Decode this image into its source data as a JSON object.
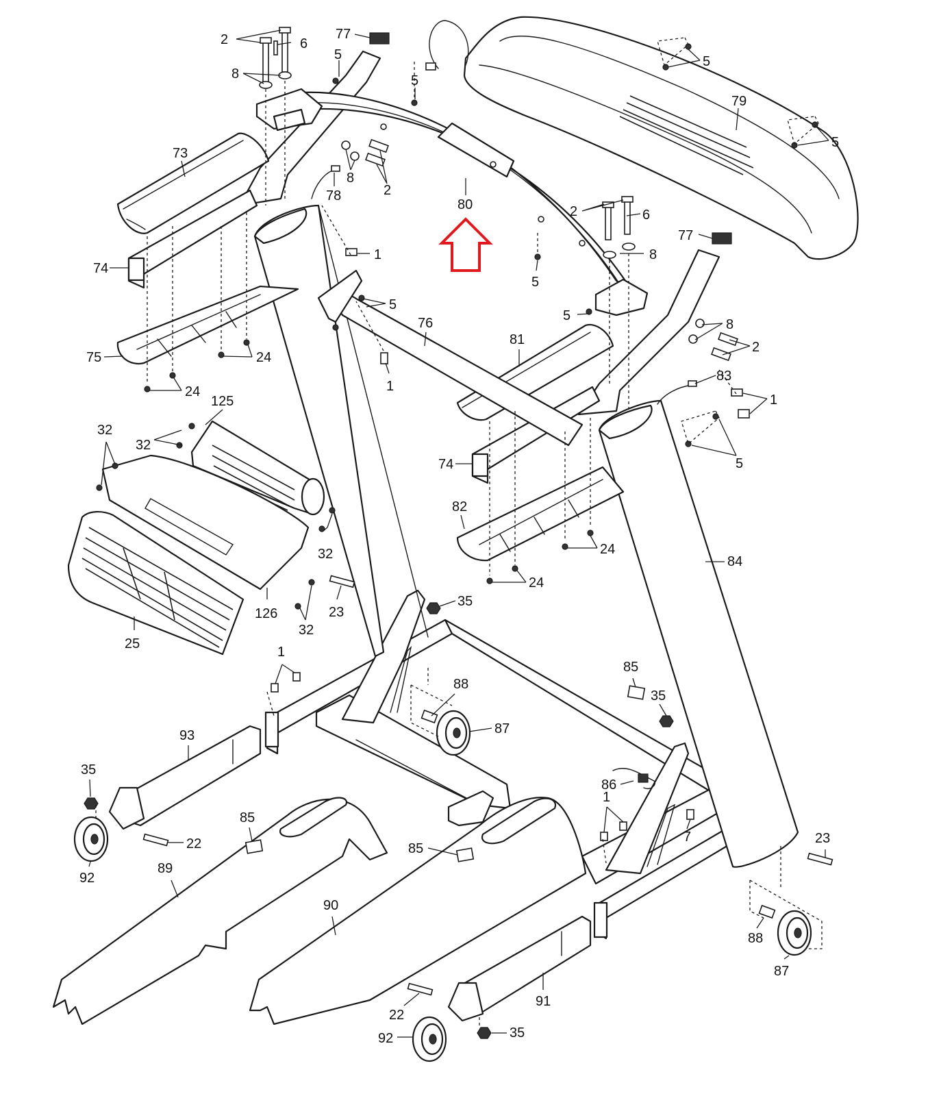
{
  "highlight": {
    "part": "80",
    "color": "#e0191e"
  },
  "callouts": [
    {
      "id": "lbl-2-a",
      "text": "2"
    },
    {
      "id": "lbl-6-a",
      "text": "6"
    },
    {
      "id": "lbl-77-a",
      "text": "77"
    },
    {
      "id": "lbl-5-a",
      "text": "5"
    },
    {
      "id": "lbl-8-a",
      "text": "8"
    },
    {
      "id": "lbl-5-b",
      "text": "5"
    },
    {
      "id": "lbl-5-c",
      "text": "5"
    },
    {
      "id": "lbl-79",
      "text": "79"
    },
    {
      "id": "lbl-5-d",
      "text": "5"
    },
    {
      "id": "lbl-73",
      "text": "73"
    },
    {
      "id": "lbl-8-b",
      "text": "8"
    },
    {
      "id": "lbl-2-b",
      "text": "2"
    },
    {
      "id": "lbl-78",
      "text": "78"
    },
    {
      "id": "lbl-80",
      "text": "80"
    },
    {
      "id": "lbl-2-c",
      "text": "2"
    },
    {
      "id": "lbl-6-b",
      "text": "6"
    },
    {
      "id": "lbl-77-b",
      "text": "77"
    },
    {
      "id": "lbl-1-a",
      "text": "1"
    },
    {
      "id": "lbl-8-c",
      "text": "8"
    },
    {
      "id": "lbl-74-a",
      "text": "74"
    },
    {
      "id": "lbl-5-e",
      "text": "5"
    },
    {
      "id": "lbl-5-f",
      "text": "5"
    },
    {
      "id": "lbl-5-g",
      "text": "5"
    },
    {
      "id": "lbl-76",
      "text": "76"
    },
    {
      "id": "lbl-8-d",
      "text": "8"
    },
    {
      "id": "lbl-81",
      "text": "81"
    },
    {
      "id": "lbl-2-d",
      "text": "2"
    },
    {
      "id": "lbl-75",
      "text": "75"
    },
    {
      "id": "lbl-24-a",
      "text": "24"
    },
    {
      "id": "lbl-1-b",
      "text": "1"
    },
    {
      "id": "lbl-83",
      "text": "83"
    },
    {
      "id": "lbl-24-b",
      "text": "24"
    },
    {
      "id": "lbl-1-c",
      "text": "1"
    },
    {
      "id": "lbl-125",
      "text": "125"
    },
    {
      "id": "lbl-32-a",
      "text": "32"
    },
    {
      "id": "lbl-32-b",
      "text": "32"
    },
    {
      "id": "lbl-74-b",
      "text": "74"
    },
    {
      "id": "lbl-5-h",
      "text": "5"
    },
    {
      "id": "lbl-82",
      "text": "82"
    },
    {
      "id": "lbl-32-c",
      "text": "32"
    },
    {
      "id": "lbl-24-c",
      "text": "24"
    },
    {
      "id": "lbl-84",
      "text": "84"
    },
    {
      "id": "lbl-24-d",
      "text": "24"
    },
    {
      "id": "lbl-35-a",
      "text": "35"
    },
    {
      "id": "lbl-126",
      "text": "126"
    },
    {
      "id": "lbl-23-a",
      "text": "23"
    },
    {
      "id": "lbl-32-d",
      "text": "32"
    },
    {
      "id": "lbl-25",
      "text": "25"
    },
    {
      "id": "lbl-1-d",
      "text": "1"
    },
    {
      "id": "lbl-85-a",
      "text": "85"
    },
    {
      "id": "lbl-88-a",
      "text": "88"
    },
    {
      "id": "lbl-35-b",
      "text": "35"
    },
    {
      "id": "lbl-87-a",
      "text": "87"
    },
    {
      "id": "lbl-93",
      "text": "93"
    },
    {
      "id": "lbl-35-c",
      "text": "35"
    },
    {
      "id": "lbl-86",
      "text": "86"
    },
    {
      "id": "lbl-1-e",
      "text": "1"
    },
    {
      "id": "lbl-85-b",
      "text": "85"
    },
    {
      "id": "lbl-22-a",
      "text": "22"
    },
    {
      "id": "lbl-7",
      "text": "7"
    },
    {
      "id": "lbl-23-b",
      "text": "23"
    },
    {
      "id": "lbl-92-a",
      "text": "92"
    },
    {
      "id": "lbl-89",
      "text": "89"
    },
    {
      "id": "lbl-85-c",
      "text": "85"
    },
    {
      "id": "lbl-90",
      "text": "90"
    },
    {
      "id": "lbl-88-b",
      "text": "88"
    },
    {
      "id": "lbl-91",
      "text": "91"
    },
    {
      "id": "lbl-87-b",
      "text": "87"
    },
    {
      "id": "lbl-22-b",
      "text": "22"
    },
    {
      "id": "lbl-92-b",
      "text": "92"
    },
    {
      "id": "lbl-35-d",
      "text": "35"
    }
  ]
}
